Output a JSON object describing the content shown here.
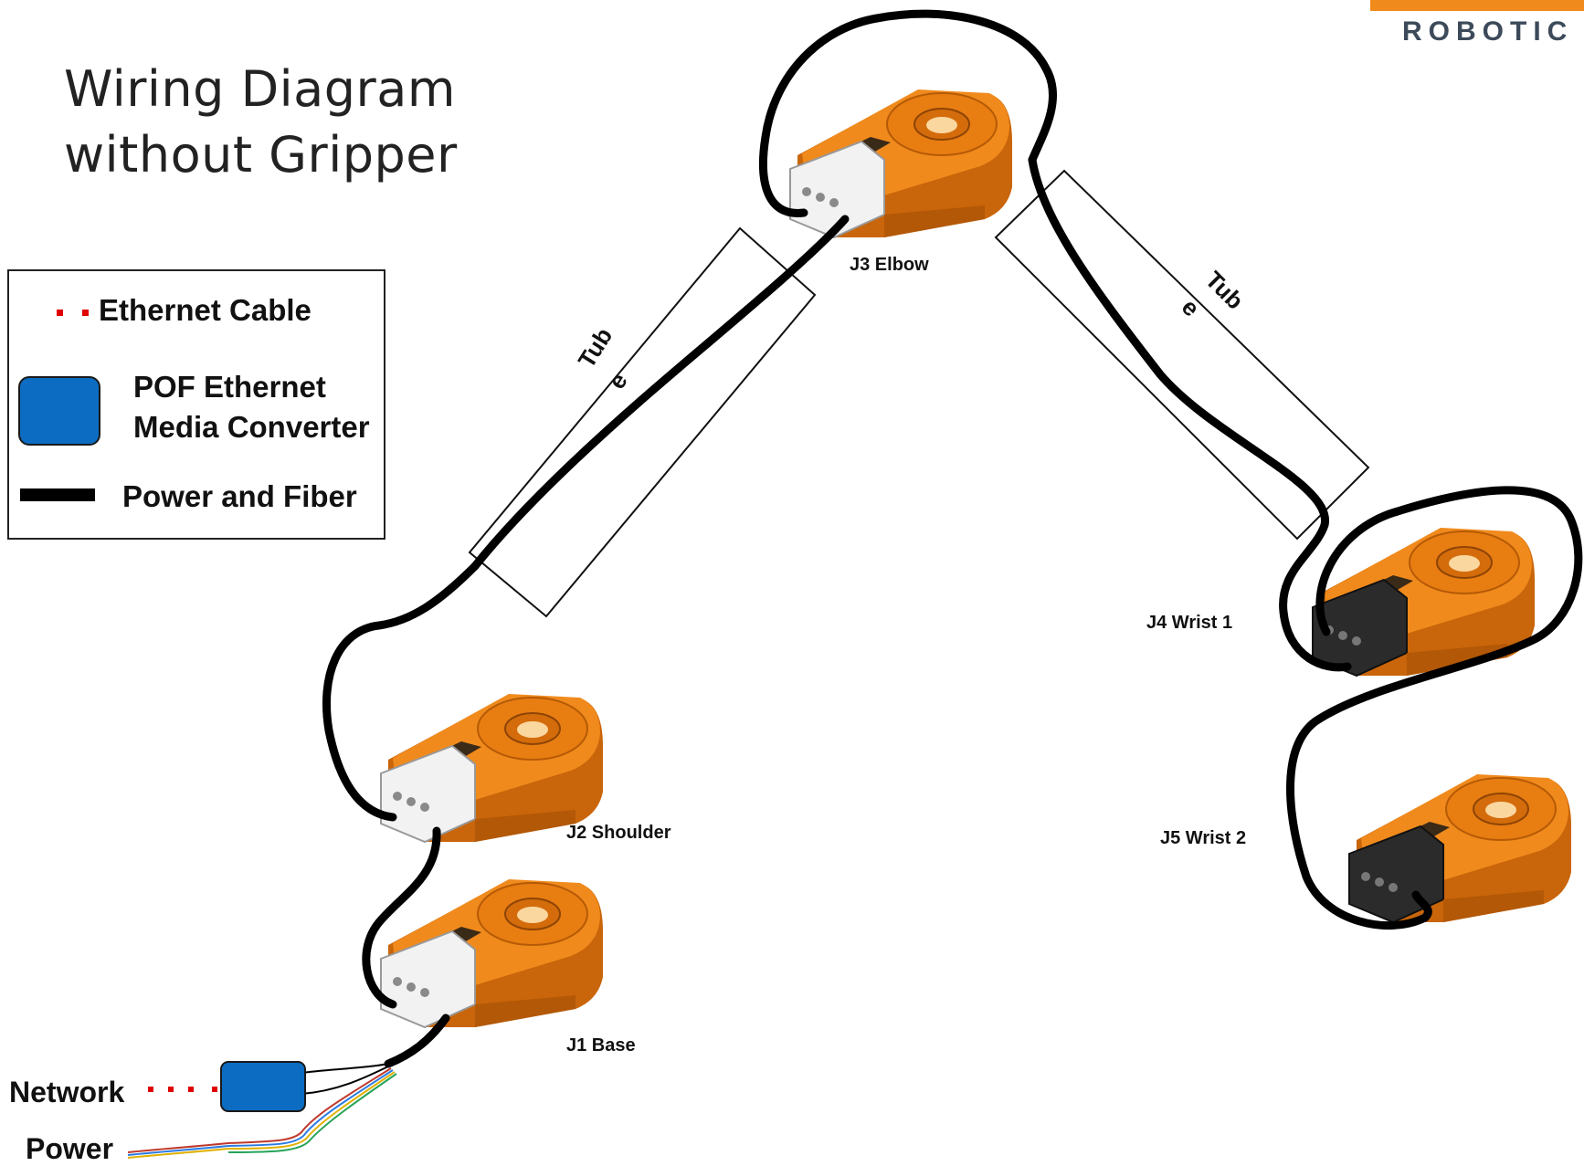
{
  "title": {
    "line1": "Wiring Diagram",
    "line2": "without Gripper"
  },
  "brand": {
    "text": "ROBOTIC"
  },
  "legend": {
    "ethernet_label": "Ethernet Cable",
    "converter_label_line1": "POF Ethernet",
    "converter_label_line2": "Media Converter",
    "power_fiber_label": "Power and Fiber"
  },
  "joints": {
    "j1": "J1 Base",
    "j2": "J2 Shoulder",
    "j3": "J3 Elbow",
    "j4": "J4 Wrist 1",
    "j5": "J5 Wrist 2"
  },
  "tubes": {
    "left_line1": "Tub",
    "left_line2": "e",
    "right_line1": "Tub",
    "right_line2": "e"
  },
  "io": {
    "network": "Network",
    "power": "Power"
  },
  "colors": {
    "actuator_orange": "#f08a1c",
    "actuator_dark": "#c9650a",
    "converter_blue": "#0b6cc2",
    "ethernet_red": "#e00000",
    "cable_black": "#000000",
    "brand_orange": "#f08a1c"
  }
}
